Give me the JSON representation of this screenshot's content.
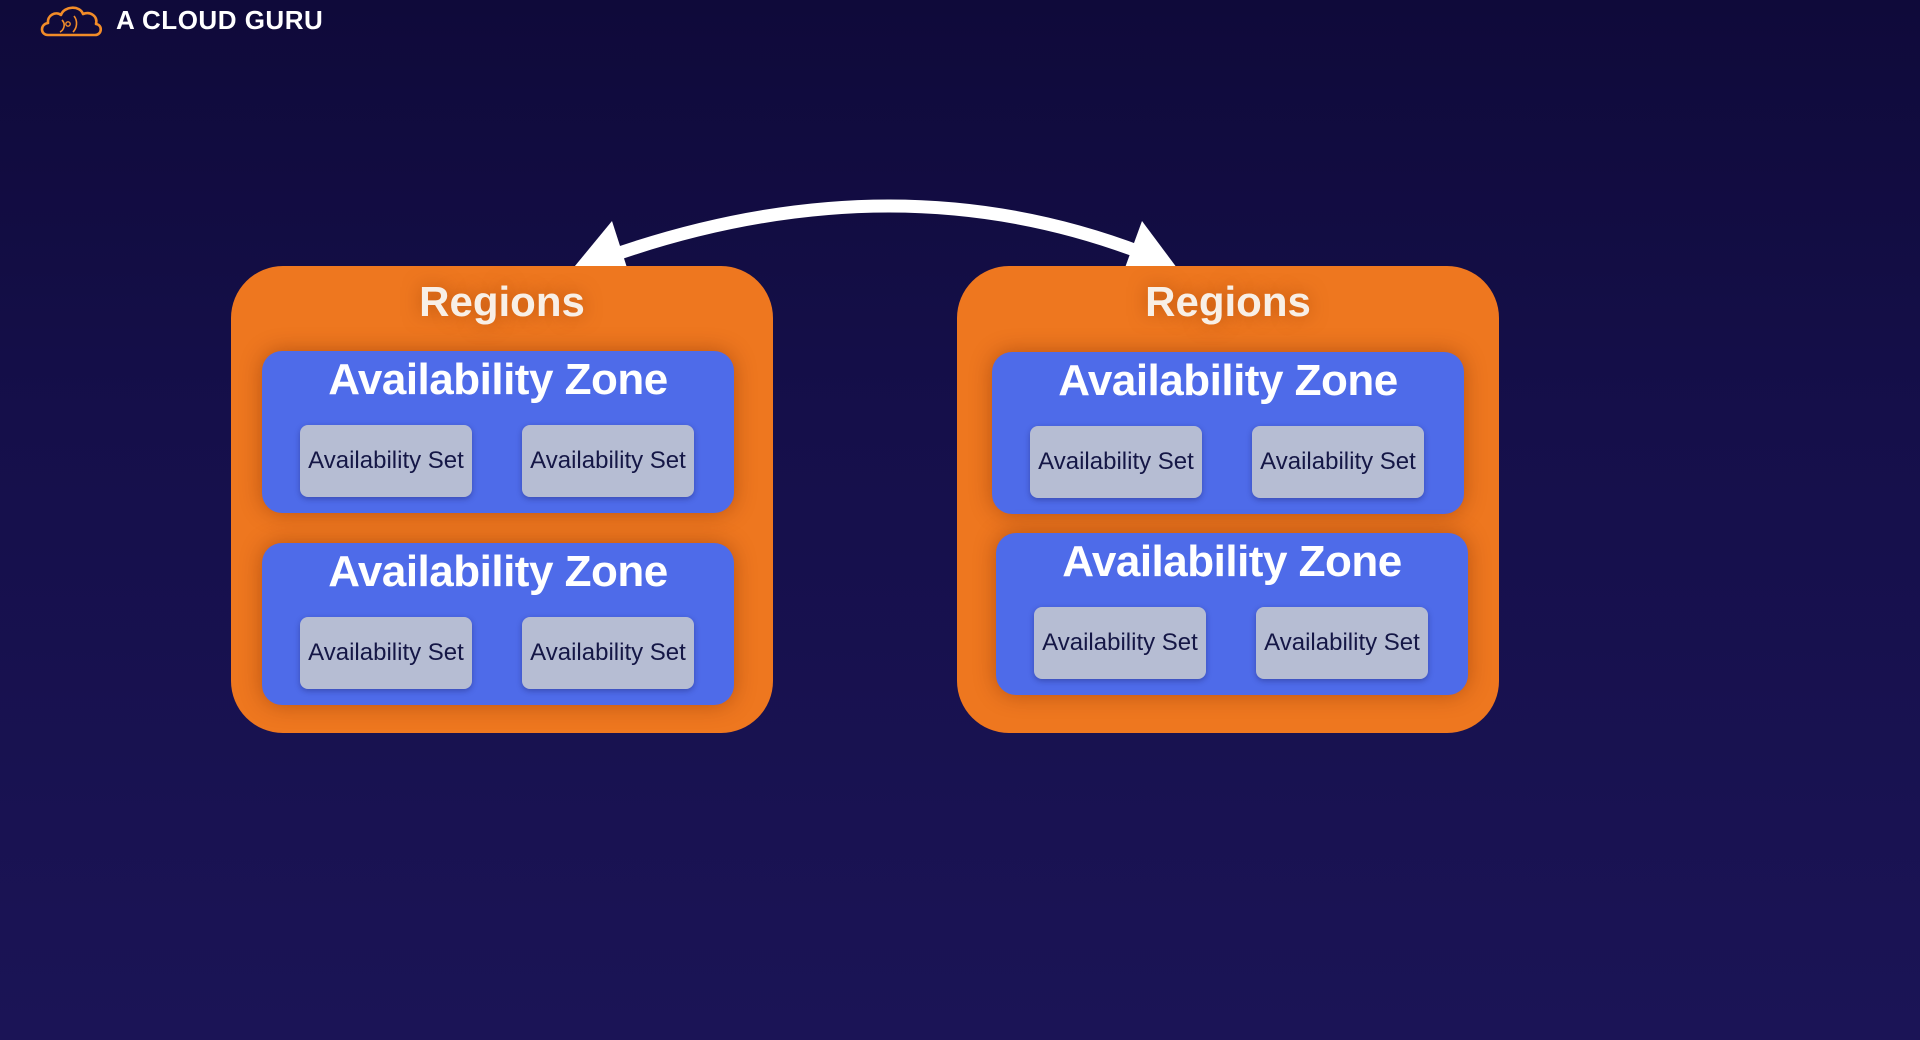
{
  "brand": {
    "name": "A CLOUD GURU",
    "logo_icon": "cloud-logo-icon",
    "accent": "#f28c28"
  },
  "colors": {
    "background": "#150f4a",
    "region": "#ee771f",
    "availability_zone": "#4e6be9",
    "availability_set": "#b6bdd3",
    "arrow": "#ffffff"
  },
  "connector": {
    "type": "bidirectional-arrow",
    "from": "regions-1",
    "to": "regions-2"
  },
  "regions": [
    {
      "title": "Regions",
      "zones": [
        {
          "title": "Availability Zone",
          "sets": [
            "Availability Set",
            "Availability Set"
          ]
        },
        {
          "title": "Availability Zone",
          "sets": [
            "Availability Set",
            "Availability Set"
          ]
        }
      ]
    },
    {
      "title": "Regions",
      "zones": [
        {
          "title": "Availability Zone",
          "sets": [
            "Availability Set",
            "Availability Set"
          ]
        },
        {
          "title": "Availability Zone",
          "sets": [
            "Availability Set",
            "Availability Set"
          ]
        }
      ]
    }
  ]
}
